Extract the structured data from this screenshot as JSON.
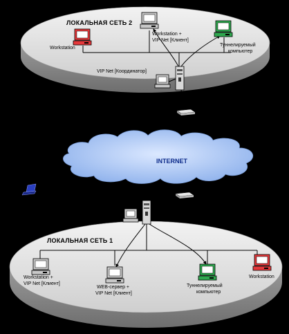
{
  "network2": {
    "title": "ЛОКАЛЬНАЯ СЕТЬ 2",
    "nodes": {
      "workstation": "Workstation",
      "client_line1": "Workstation +",
      "client_line2": "VIP Net [Клиент]",
      "tunnel_line1": "Туннелируемый",
      "tunnel_line2": "компьютер",
      "coordinator": "VIP Net [Координатор]"
    }
  },
  "internet": {
    "label": "INTERNET"
  },
  "network1": {
    "title": "ЛОКАЛЬНАЯ СЕТЬ 1",
    "nodes": {
      "client_line1": "Workstation +",
      "client_line2": "VIP Net [Клиент]",
      "web_line1": "WEB-сервер +",
      "web_line2": "VIP Net [Клиент]",
      "tunnel_line1": "Туннелируемый",
      "tunnel_line2": "компьютер",
      "workstation": "Workstation"
    }
  },
  "colors": {
    "background": "#000000",
    "platform": "#dcdcdc",
    "cloud": "#a9c6f2",
    "workstation_red": "#e5383b",
    "workstation_green": "#2fa84f",
    "workstation_gray": "#c8c8c8"
  }
}
